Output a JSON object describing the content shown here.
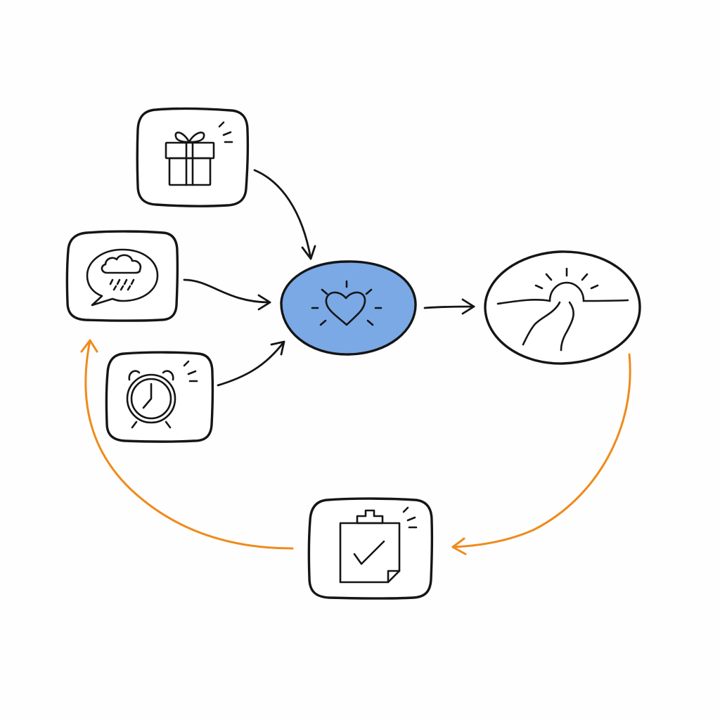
{
  "colors": {
    "ink": "#151515",
    "hub_fill": "#7aa9e6",
    "loop_arrow": "#f08a1c",
    "background": "#fefefe"
  },
  "nodes": [
    {
      "id": "gift",
      "shape": "rounded-square",
      "icon": "gift-icon"
    },
    {
      "id": "rain-thought",
      "shape": "rounded-square",
      "icon": "rain-cloud-speech-bubble-icon"
    },
    {
      "id": "alarm",
      "shape": "rounded-square",
      "icon": "alarm-clock-icon"
    },
    {
      "id": "heart",
      "shape": "ellipse",
      "icon": "glowing-heart-icon",
      "highlighted": true
    },
    {
      "id": "sunrise",
      "shape": "ellipse",
      "icon": "sunrise-landscape-icon"
    },
    {
      "id": "checklist",
      "shape": "rounded-square",
      "icon": "clipboard-check-icon"
    }
  ],
  "edges": [
    {
      "from": "gift",
      "to": "heart",
      "color": "ink"
    },
    {
      "from": "rain-thought",
      "to": "heart",
      "color": "ink"
    },
    {
      "from": "alarm",
      "to": "heart",
      "color": "ink"
    },
    {
      "from": "heart",
      "to": "sunrise",
      "color": "ink"
    },
    {
      "from": "sunrise",
      "to": "checklist",
      "color": "loop_arrow"
    },
    {
      "from": "checklist",
      "to": "rain-thought",
      "color": "loop_arrow"
    }
  ]
}
